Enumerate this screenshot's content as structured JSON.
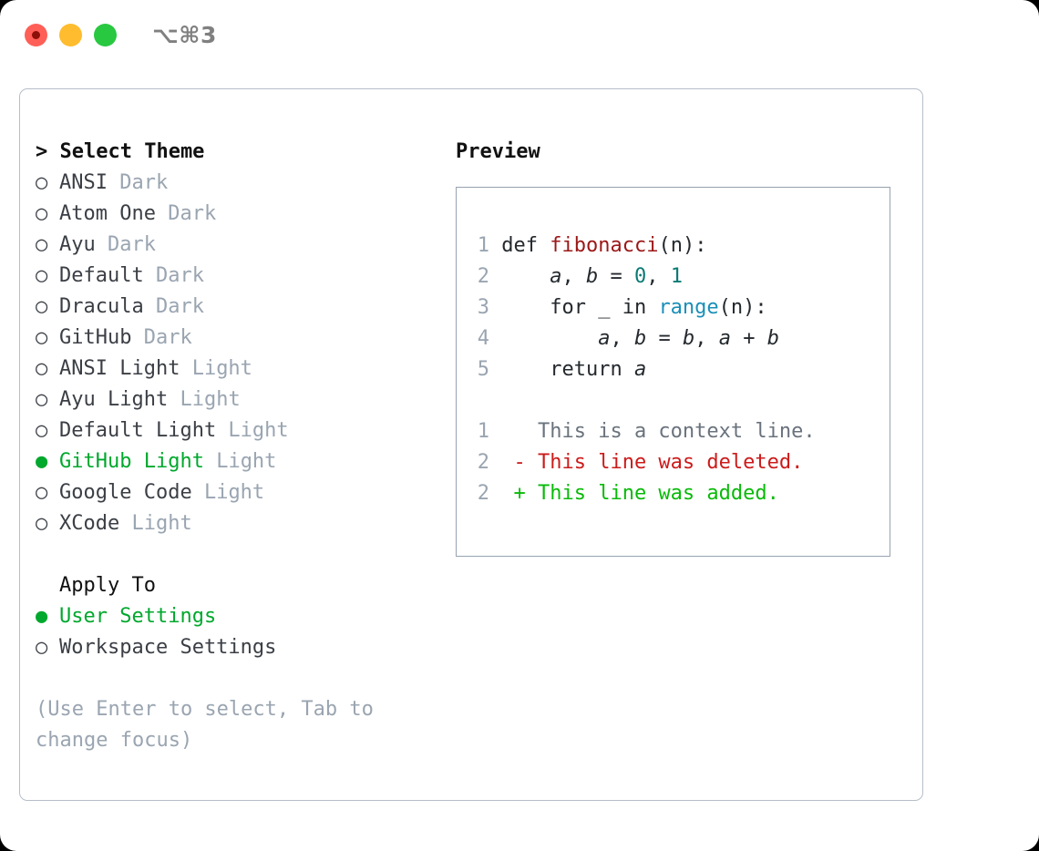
{
  "window": {
    "shortcut": "⌥⌘3",
    "traffic_lights": [
      {
        "name": "close",
        "color": "#ff5f57"
      },
      {
        "name": "minimize",
        "color": "#febc2e"
      },
      {
        "name": "maximize",
        "color": "#28c840"
      }
    ]
  },
  "theme_list": {
    "heading": "> Select Theme",
    "marker_selected": "●",
    "marker_unselected": "○",
    "selected_color": "#00a82d",
    "kind_color": "#9aa5b1",
    "items": [
      {
        "name": "ANSI",
        "kind": "Dark",
        "selected": false
      },
      {
        "name": "Atom One",
        "kind": "Dark",
        "selected": false
      },
      {
        "name": "Ayu",
        "kind": "Dark",
        "selected": false
      },
      {
        "name": "Default",
        "kind": "Dark",
        "selected": false
      },
      {
        "name": "Dracula",
        "kind": "Dark",
        "selected": false
      },
      {
        "name": "GitHub",
        "kind": "Dark",
        "selected": false
      },
      {
        "name": "ANSI Light",
        "kind": "Light",
        "selected": false
      },
      {
        "name": "Ayu Light",
        "kind": "Light",
        "selected": false
      },
      {
        "name": "Default Light",
        "kind": "Light",
        "selected": false
      },
      {
        "name": "GitHub Light",
        "kind": "Light",
        "selected": true
      },
      {
        "name": "Google Code",
        "kind": "Light",
        "selected": false
      },
      {
        "name": "XCode",
        "kind": "Light",
        "selected": false
      }
    ]
  },
  "apply_to": {
    "heading": "Apply To",
    "options": [
      {
        "label": "User Settings",
        "selected": true
      },
      {
        "label": "Workspace Settings",
        "selected": false
      }
    ]
  },
  "hint": "(Use Enter to select, Tab to change focus)",
  "preview": {
    "heading": "Preview",
    "code_lines": [
      {
        "number": "1",
        "tokens": [
          {
            "text": "def ",
            "type": "plain"
          },
          {
            "text": "fibonacci",
            "type": "func"
          },
          {
            "text": "(n):",
            "type": "plain"
          }
        ]
      },
      {
        "number": "2",
        "tokens": [
          {
            "text": "    ",
            "type": "plain"
          },
          {
            "text": "a",
            "type": "var"
          },
          {
            "text": ", ",
            "type": "plain"
          },
          {
            "text": "b",
            "type": "var"
          },
          {
            "text": " = ",
            "type": "plain"
          },
          {
            "text": "0",
            "type": "num"
          },
          {
            "text": ", ",
            "type": "plain"
          },
          {
            "text": "1",
            "type": "num"
          }
        ]
      },
      {
        "number": "3",
        "tokens": [
          {
            "text": "    for _ in ",
            "type": "plain"
          },
          {
            "text": "range",
            "type": "builtin"
          },
          {
            "text": "(n):",
            "type": "plain"
          }
        ]
      },
      {
        "number": "4",
        "tokens": [
          {
            "text": "        ",
            "type": "plain"
          },
          {
            "text": "a",
            "type": "var"
          },
          {
            "text": ", ",
            "type": "plain"
          },
          {
            "text": "b",
            "type": "var"
          },
          {
            "text": " = ",
            "type": "plain"
          },
          {
            "text": "b",
            "type": "var"
          },
          {
            "text": ", ",
            "type": "plain"
          },
          {
            "text": "a",
            "type": "var"
          },
          {
            "text": " + ",
            "type": "plain"
          },
          {
            "text": "b",
            "type": "var"
          }
        ]
      },
      {
        "number": "5",
        "tokens": [
          {
            "text": "    return ",
            "type": "plain"
          },
          {
            "text": "a",
            "type": "var"
          }
        ]
      }
    ],
    "diff_lines": [
      {
        "number": "1",
        "sign": " ",
        "text": "This is a context line.",
        "kind": "context"
      },
      {
        "number": "2",
        "sign": "-",
        "text": "This line was deleted.",
        "kind": "del"
      },
      {
        "number": "2",
        "sign": "+",
        "text": "This line was added.",
        "kind": "add"
      }
    ]
  }
}
